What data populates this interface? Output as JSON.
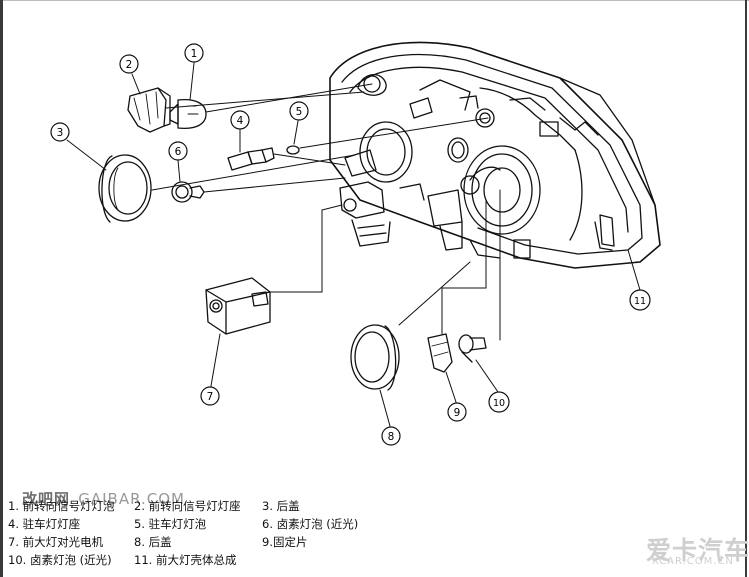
{
  "callouts": [
    "1",
    "2",
    "3",
    "4",
    "5",
    "6",
    "7",
    "8",
    "9",
    "10",
    "11"
  ],
  "legend": [
    "1.  前转向信号灯灯泡",
    "2.  前转向信号灯灯座",
    "3.  后盖",
    "4.  驻车灯灯座",
    "5.  驻车灯灯泡",
    "6. 卤素灯泡 (近光)",
    "7.  前大灯对光电机",
    "8.  后盖",
    "9.固定片",
    "10. 卤素灯泡 (近光)",
    "11. 前大灯壳体总成"
  ],
  "watermarks": {
    "site_cn": "改吧网",
    "site_en": "GAIBAR.COM",
    "brand_cn": "爱卡汽车",
    "brand_en": "XCAR.COM.CN"
  }
}
